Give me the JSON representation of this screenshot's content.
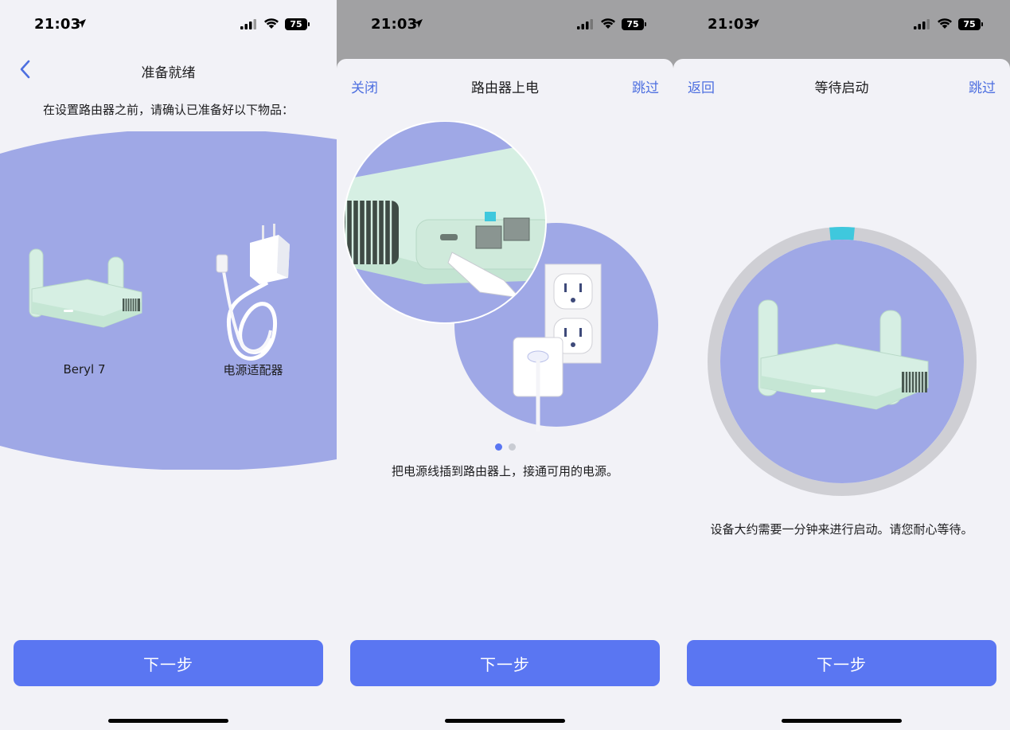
{
  "status": {
    "time": "21:03",
    "battery": "75"
  },
  "screens": [
    {
      "title": "准备就绪",
      "intro": "在设置路由器之前，请确认已准备好以下物品：",
      "items": [
        {
          "label": "Beryl 7",
          "icon": "router-illustration"
        },
        {
          "label": "电源适配器",
          "icon": "power-adapter-illustration"
        }
      ],
      "next_label": "下一步"
    },
    {
      "left_action": "关闭",
      "title": "路由器上电",
      "right_action": "跳过",
      "caption": "把电源线插到路由器上，接通可用的电源。",
      "page_dots": {
        "count": 2,
        "active": 1
      },
      "next_label": "下一步"
    },
    {
      "left_action": "返回",
      "title": "等待启动",
      "right_action": "跳过",
      "caption": "设备大约需要一分钟来进行启动。请您耐心等待。",
      "progress": 0.03,
      "next_label": "下一步"
    }
  ],
  "colors": {
    "accent": "#5a76f2",
    "illustration_purple": "#9fa8e6",
    "router_mint": "#d6efe3",
    "progress_cyan": "#3fc8dd",
    "progress_track": "#cfcfd4"
  }
}
